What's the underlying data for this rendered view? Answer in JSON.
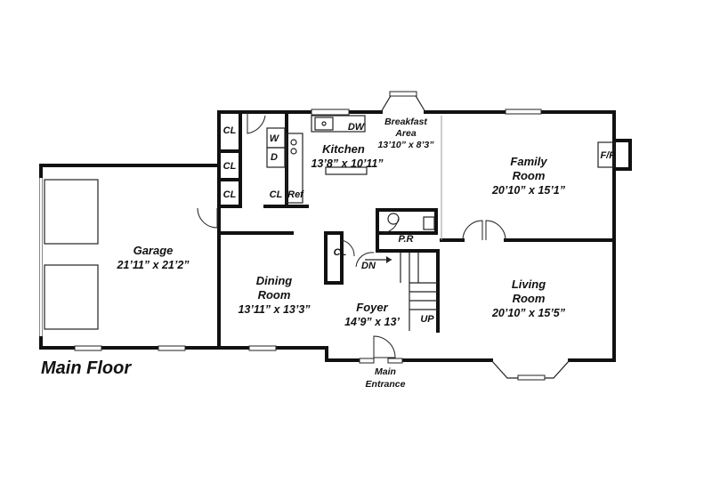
{
  "title": "Main Floor",
  "rooms": {
    "garage": {
      "name": "Garage",
      "dims": "21’11” x 21’2”"
    },
    "dining": {
      "name_1": "Dining",
      "name_2": "Room",
      "dims": "13’11” x 13’3”"
    },
    "kitchen": {
      "name": "Kitchen",
      "dims": "13’8” x 10’11”"
    },
    "breakfast": {
      "name_1": "Breakfast",
      "name_2": "Area",
      "dims": "13’10” x 8’3”"
    },
    "family": {
      "name_1": "Family",
      "name_2": "Room",
      "dims": "20’10” x 15’1”"
    },
    "living": {
      "name_1": "Living",
      "name_2": "Room",
      "dims": "20’10” x 15’5”"
    },
    "foyer": {
      "name": "Foyer",
      "dims": "14’9” x 13’"
    },
    "entrance": {
      "name_1": "Main",
      "name_2": "Entrance"
    }
  },
  "tags": {
    "closet": "CL",
    "dishwasher": "DW",
    "washer": "W",
    "dryer": "D",
    "refrigerator": "Ref",
    "powder_room": "P.R",
    "fireplace": "F/P",
    "stairs_down": "DN",
    "stairs_up": "UP"
  }
}
